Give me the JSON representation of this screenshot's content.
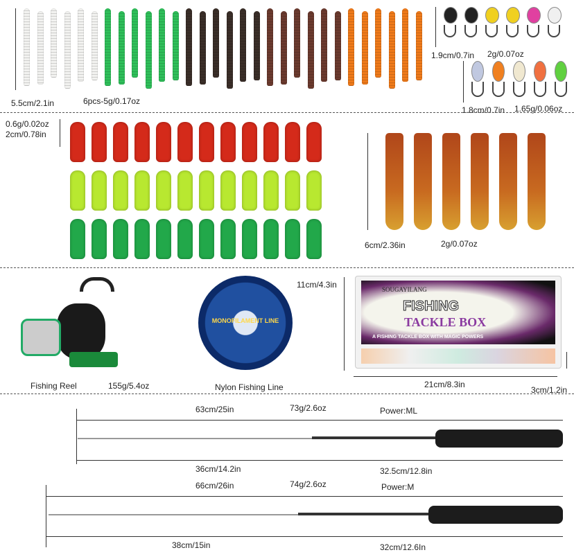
{
  "worms": {
    "length_label": "5.5cm/2.1in",
    "pack_label": "6pcs-5g/0.17oz",
    "colors": [
      "#f2f2f0",
      "#f2f2f0",
      "#f2f2f0",
      "#f2f2f0",
      "#f2f2f0",
      "#f2f2f0",
      "#2fbf5a",
      "#2fbf5a",
      "#2fbf5a",
      "#2fbf5a",
      "#2fbf5a",
      "#2fbf5a",
      "#3a2e28",
      "#3a2e28",
      "#3a2e28",
      "#3a2e28",
      "#3a2e28",
      "#3a2e28",
      "#6b3a2e",
      "#6b3a2e",
      "#6b3a2e",
      "#6b3a2e",
      "#6b3a2e",
      "#6b3a2e",
      "#ef7a1a",
      "#ef7a1a",
      "#ef7a1a",
      "#ef7a1a",
      "#ef7a1a",
      "#ef7a1a"
    ]
  },
  "jigs_large": {
    "size_label": "1.9cm/0.7in",
    "weight_label": "2g/0.07oz",
    "colors": [
      "#222",
      "#222",
      "#f0d020",
      "#f0d020",
      "#e040a0",
      "#f0f0f0"
    ]
  },
  "jigs_small": {
    "size_label": "1.8cm/0.7in",
    "weight_label": "1.65g/0.06oz",
    "colors": [
      "#c0c8e0",
      "#f08020",
      "#f0e8d0",
      "#f07040",
      "#60d040"
    ]
  },
  "grubs": {
    "weight_label": "0.6g/0.02oz",
    "size_label": "2cm/0.78in",
    "row_colors": [
      "#d42a1a",
      "#b8e830",
      "#22a84a"
    ]
  },
  "craws": {
    "size_label": "6cm/2.36in",
    "weight_label": "2g/0.07oz"
  },
  "reel": {
    "label": "Fishing Reel",
    "weight_label": "155g/5.4oz"
  },
  "line": {
    "label": "Nylon Fishing Line",
    "spool_text": "MONOFILAMENT LINE"
  },
  "box": {
    "height_label": "11cm/4.3in",
    "width_label": "21cm/8.3in",
    "depth_label": "3cm/1.2in",
    "brand": "SOUGAYILANG",
    "title_1": "FISHING",
    "title_2": "TACKLE BOX",
    "tagline": "A FISHING TACKLE BOX WITH MAGIC POWERS"
  },
  "rods": [
    {
      "total_label": "63cm/25in",
      "weight_label": "73g/2.6oz",
      "power_label": "Power:ML",
      "tip_label": "36cm/14.2in",
      "handle_label": "32.5cm/12.8in"
    },
    {
      "total_label": "66cm/26in",
      "weight_label": "74g/2.6oz",
      "power_label": "Power:M",
      "tip_label": "38cm/15in",
      "handle_label": "32cm/12.6In"
    }
  ]
}
